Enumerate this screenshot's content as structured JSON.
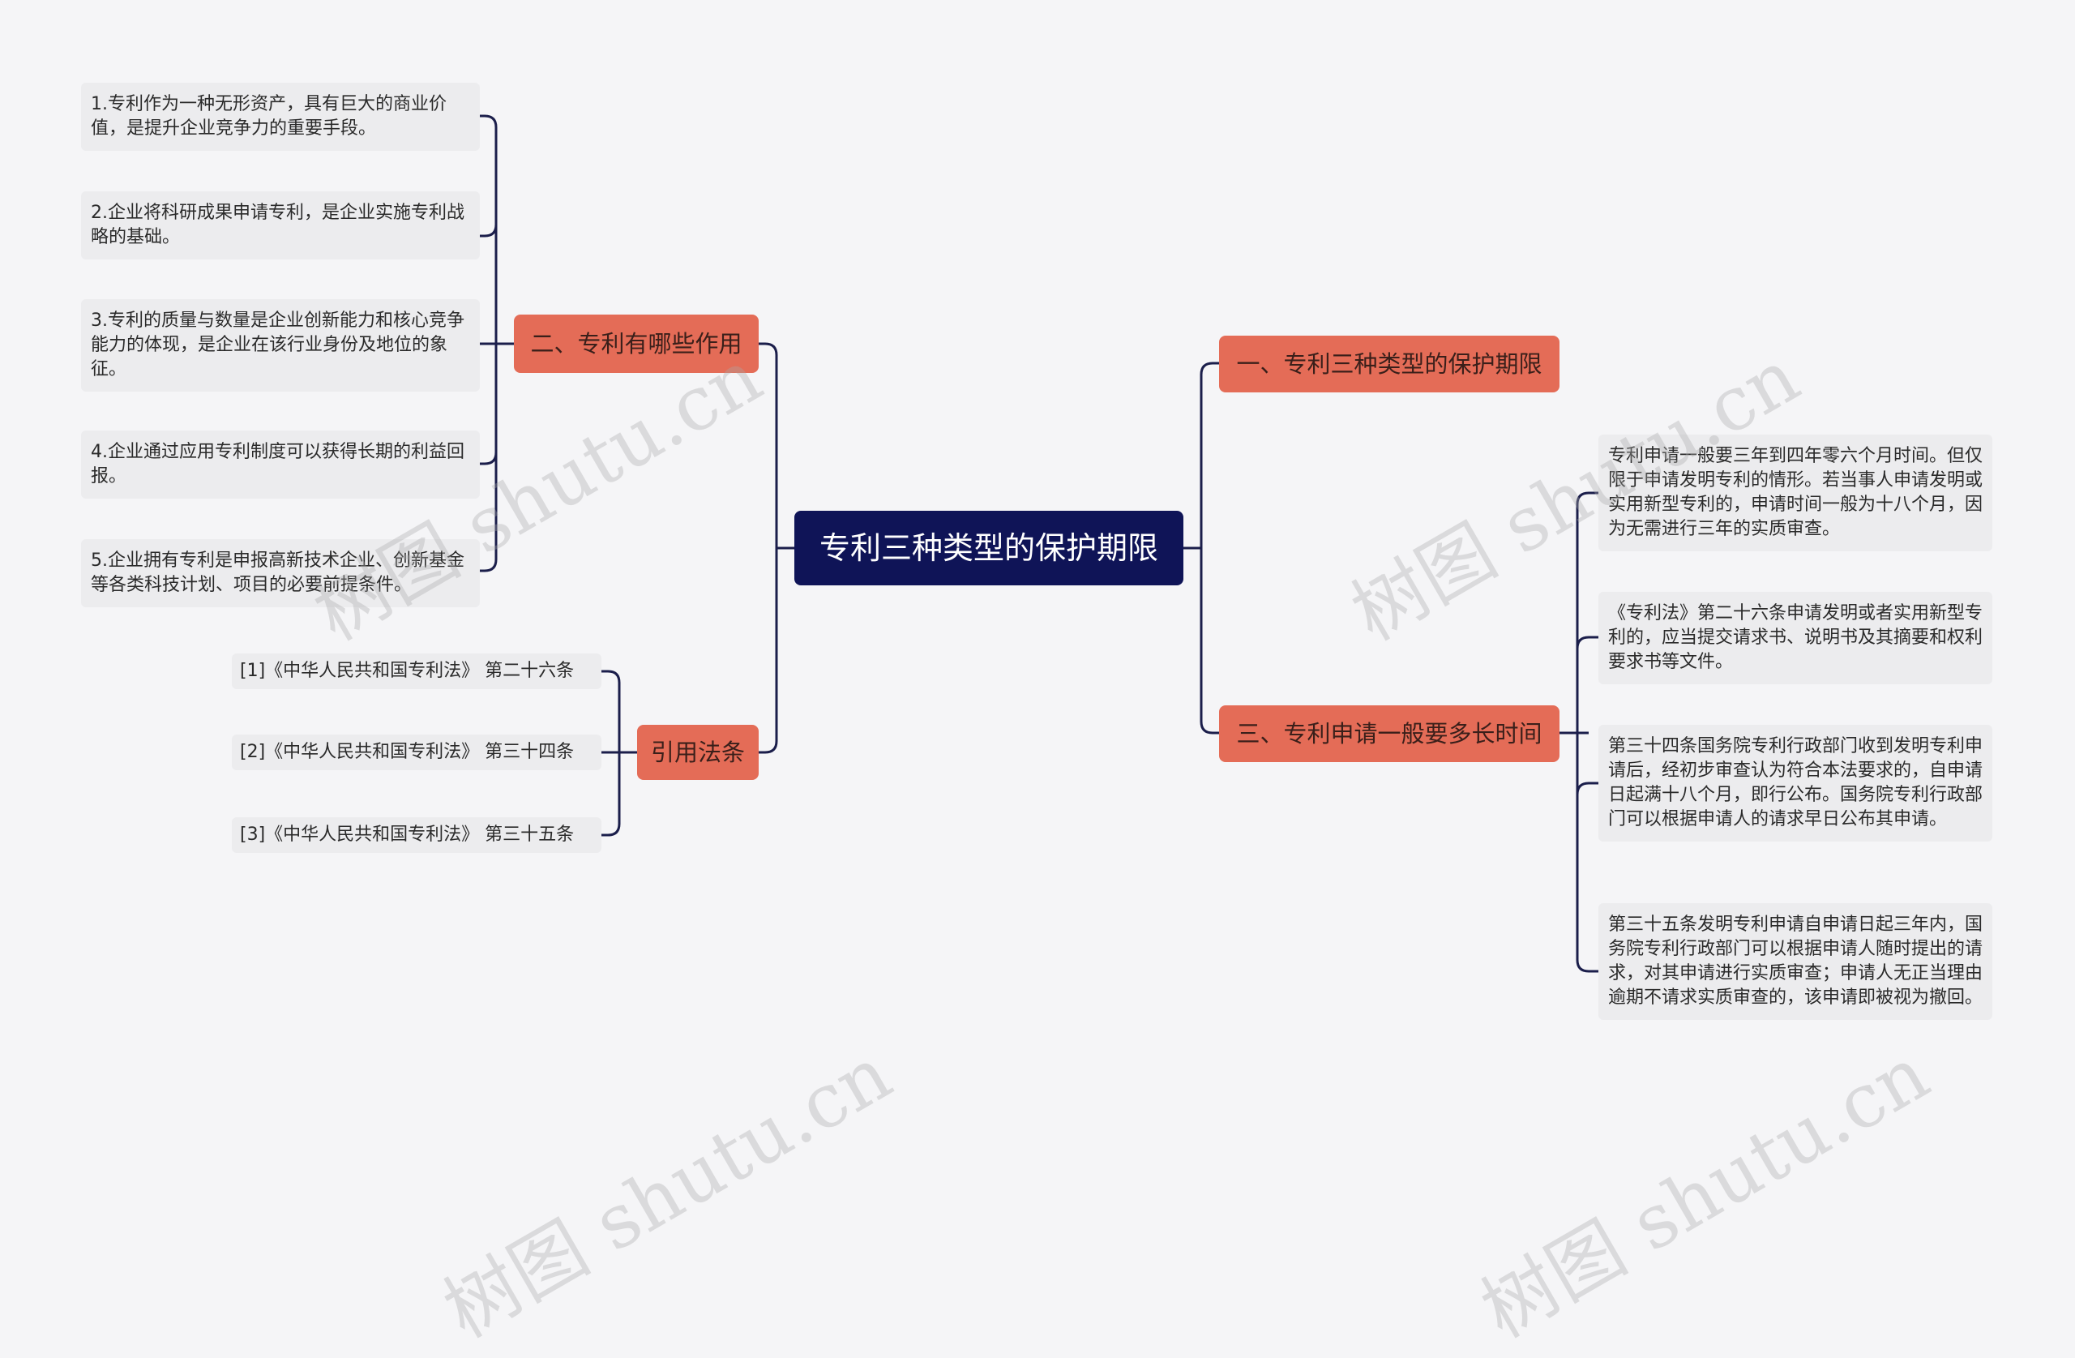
{
  "root": {
    "title": "专利三种类型的保护期限"
  },
  "branches": {
    "role": {
      "title": "二、专利有哪些作用",
      "items": [
        "1.专利作为一种无形资产，具有巨大的商业价值，是提升企业竞争力的重要手段。",
        "2.企业将科研成果申请专利，是企业实施专利战略的基础。",
        "3.专利的质量与数量是企业创新能力和核心竞争能力的体现，是企业在该行业身份及地位的象征。",
        "4.企业通过应用专利制度可以获得长期的利益回报。",
        "5.企业拥有专利是申报高新技术企业、创新基金等各类科技计划、项目的必要前提条件。"
      ]
    },
    "law": {
      "title": "引用法条",
      "items": [
        "[1]《中华人民共和国专利法》 第二十六条",
        "[2]《中华人民共和国专利法》 第三十四条",
        "[3]《中华人民共和国专利法》 第三十五条"
      ]
    },
    "period": {
      "title": "一、专利三种类型的保护期限"
    },
    "duration": {
      "title": "三、专利申请一般要多长时间",
      "items": [
        "专利申请一般要三年到四年零六个月时间。但仅限于申请发明专利的情形。若当事人申请发明或实用新型专利的，申请时间一般为十八个月，因为无需进行三年的实质审查。",
        "《专利法》第二十六条申请发明或者实用新型专利的，应当提交请求书、说明书及其摘要和权利要求书等文件。",
        "第三十四条国务院专利行政部门收到发明专利申请后，经初步审查认为符合本法要求的，自申请日起满十八个月，即行公布。国务院专利行政部门可以根据申请人的请求早日公布其申请。",
        "第三十五条发明专利申请自申请日起三年内，国务院专利行政部门可以根据申请人随时提出的请求，对其申请进行实质审查；申请人无正当理由逾期不请求实质审查的，该申请即被视为撤回。"
      ]
    }
  },
  "watermarks": [
    "树图 shutu.cn",
    "树图 shutu.cn",
    "树图 shutu.cn",
    "树图 shutu.cn"
  ],
  "colors": {
    "root": "#0f1457",
    "branch": "#e46c57",
    "leaf": "#ececee",
    "line": "#1b1e4b",
    "background": "#f5f5f7"
  }
}
